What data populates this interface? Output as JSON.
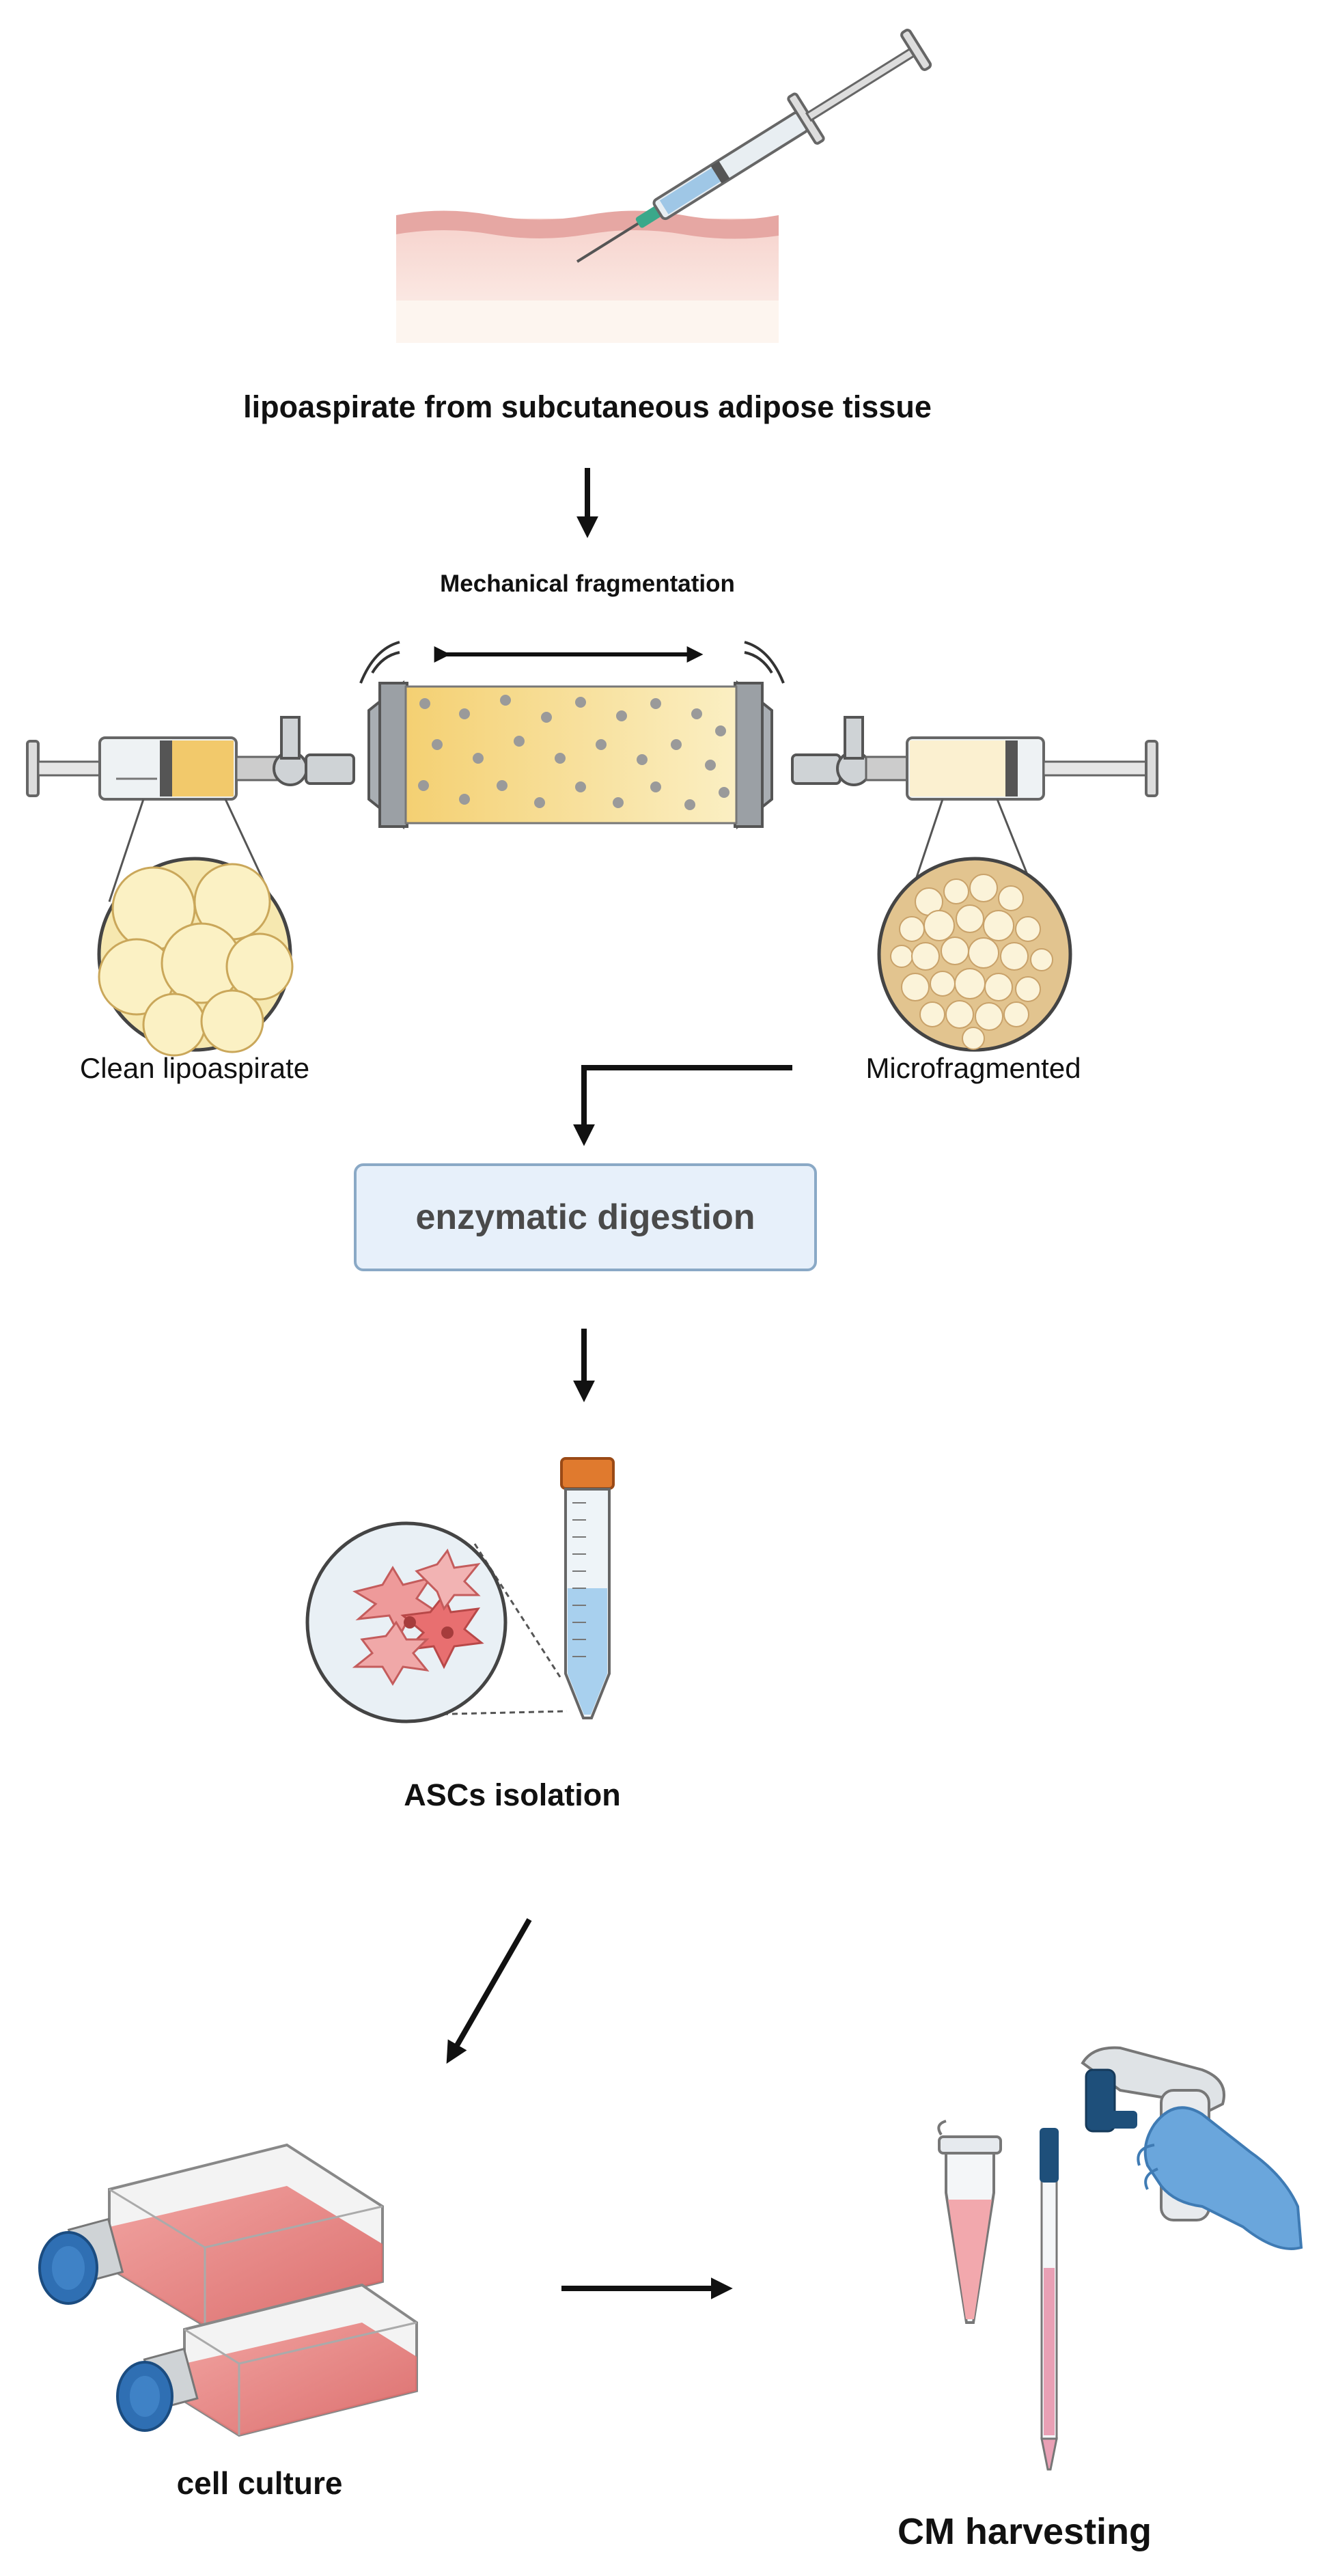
{
  "labels": {
    "lipoaspirate": "lipoaspirate from subcutaneous adipose tissue",
    "mechanical": "Mechanical fragmentation",
    "clean": "Clean lipoaspirate",
    "microfragmented": "Microfragmented",
    "enzymatic": "enzymatic digestion",
    "ascs": "ASCs isolation",
    "culture": "cell culture",
    "harvest": "CM harvesting"
  },
  "colors": {
    "skin_top": "#e6a7a3",
    "skin_body": "#fbe4de",
    "fat_yellow": "#f5d780",
    "flask_medium": "#e98a88",
    "cap_blue": "#2f6fb3",
    "tube_cap": "#e07a2e",
    "box_border": "#8aa9c6",
    "box_fill": "#e7f0fa",
    "glove": "#6aa6dc"
  }
}
